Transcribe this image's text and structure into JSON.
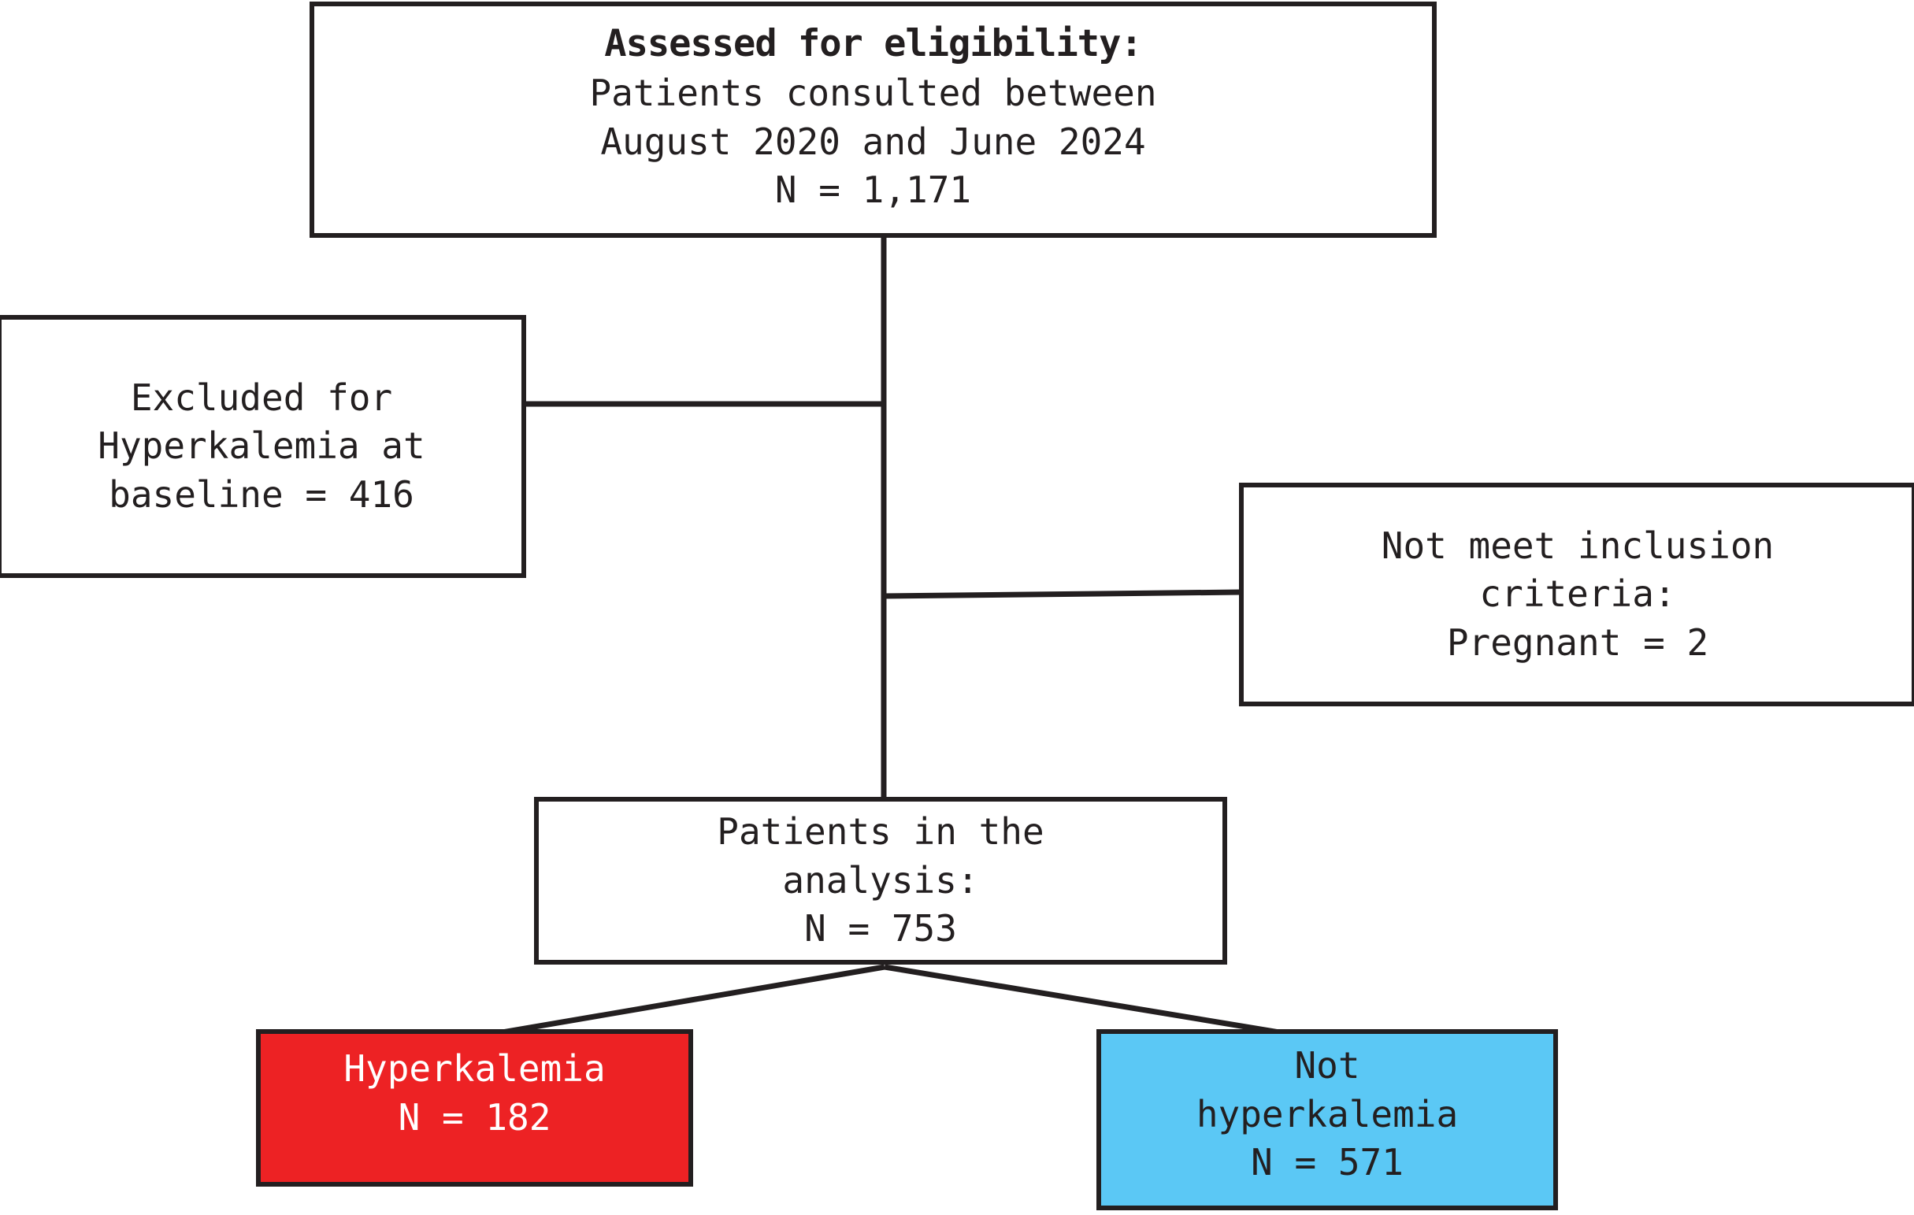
{
  "figure": {
    "type": "flowchart",
    "orientation": "top-down",
    "background": "#ffffff",
    "stroke_color": "#231f20"
  },
  "nodes": {
    "eligibility": {
      "id": "assessed-for-eligibility",
      "title": "Assessed for eligibility:",
      "line1": "Patients consulted between",
      "line2": "August 2020 and June 2024",
      "line3": "N = 1,171",
      "count": 1171,
      "fill": "#ffffff",
      "text_color": "#231f20"
    },
    "excluded": {
      "id": "excluded-hyperkalemia-baseline",
      "line1": "Excluded for",
      "line2": "Hyperkalemia at",
      "line3": "baseline = 416",
      "count": 416,
      "fill": "#ffffff",
      "text_color": "#231f20"
    },
    "inclusion": {
      "id": "not-meet-inclusion-criteria",
      "line1": "Not meet inclusion",
      "line2": "criteria:",
      "line3": "Pregnant = 2",
      "count": 2,
      "fill": "#ffffff",
      "text_color": "#231f20"
    },
    "analysis": {
      "id": "patients-in-analysis",
      "line1": "Patients in the",
      "line2": "analysis:",
      "line3": "N = 753",
      "count": 753,
      "fill": "#ffffff",
      "text_color": "#231f20"
    },
    "hyperkalemia": {
      "id": "outcome-hyperkalemia",
      "line1": "Hyperkalemia",
      "line2": "N = 182",
      "count": 182,
      "fill": "#ed2224",
      "text_color": "#ffffff"
    },
    "not_hyperkalemia": {
      "id": "outcome-not-hyperkalemia",
      "line1": "Not",
      "line2": "hyperkalemia",
      "line3": "N = 571",
      "count": 571,
      "fill": "#5bc8f5",
      "text_color": "#231f20"
    }
  },
  "edges": [
    {
      "from": "eligibility",
      "to": "excluded",
      "style": "orthogonal"
    },
    {
      "from": "eligibility",
      "to": "inclusion",
      "style": "orthogonal"
    },
    {
      "from": "eligibility",
      "to": "analysis",
      "style": "straight-vertical"
    },
    {
      "from": "analysis",
      "to": "hyperkalemia",
      "style": "diagonal"
    },
    {
      "from": "analysis",
      "to": "not_hyperkalemia",
      "style": "diagonal"
    }
  ]
}
